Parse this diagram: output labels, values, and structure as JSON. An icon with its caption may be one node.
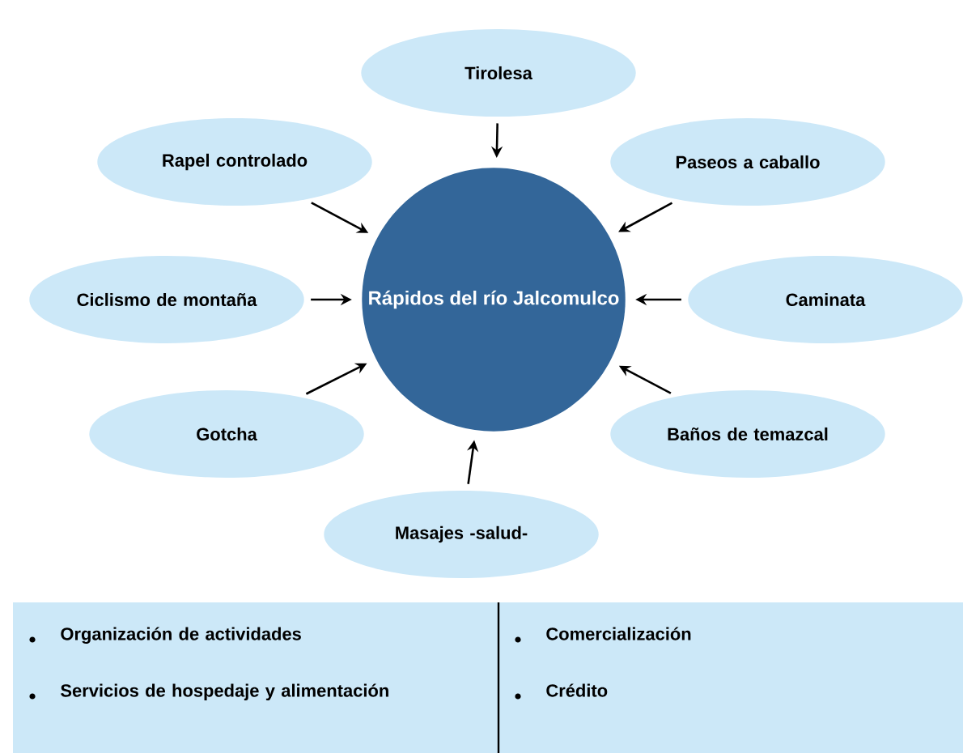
{
  "diagram": {
    "nodes": [
      {
        "text": [
          "Tirolesa"
        ]
      },
      {
        "text": [
          "Rapel controlado"
        ]
      },
      {
        "text": [
          "Paseos a caballo"
        ]
      },
      {
        "text": [
          "Ciclismo de montaña"
        ]
      },
      {
        "text": [
          "Rápidos del río Jalcomulco"
        ]
      },
      {
        "text": [
          "Caminata"
        ]
      },
      {
        "text": [
          "Gotcha"
        ]
      },
      {
        "text": [
          "Baños de temazcal"
        ]
      },
      {
        "text": [
          "Masajes -salud-"
        ]
      }
    ],
    "edges": [
      {
        "from": 0,
        "to": 4,
        "arrow": "to"
      },
      {
        "from": 1,
        "to": 4,
        "arrow": "to"
      },
      {
        "from": 2,
        "to": 4,
        "arrow": "to"
      },
      {
        "from": 3,
        "to": 4,
        "arrow": "to"
      },
      {
        "from": 5,
        "to": 4,
        "arrow": "to"
      },
      {
        "from": 6,
        "to": 4,
        "arrow": "to"
      },
      {
        "from": 7,
        "to": 4,
        "arrow": "to"
      },
      {
        "from": 8,
        "to": 4,
        "arrow": "to"
      }
    ],
    "labels": [
      "Organización de actividades",
      "Comercialización",
      "Servicios de hospedaje y alimentación",
      "Crédito"
    ]
  }
}
